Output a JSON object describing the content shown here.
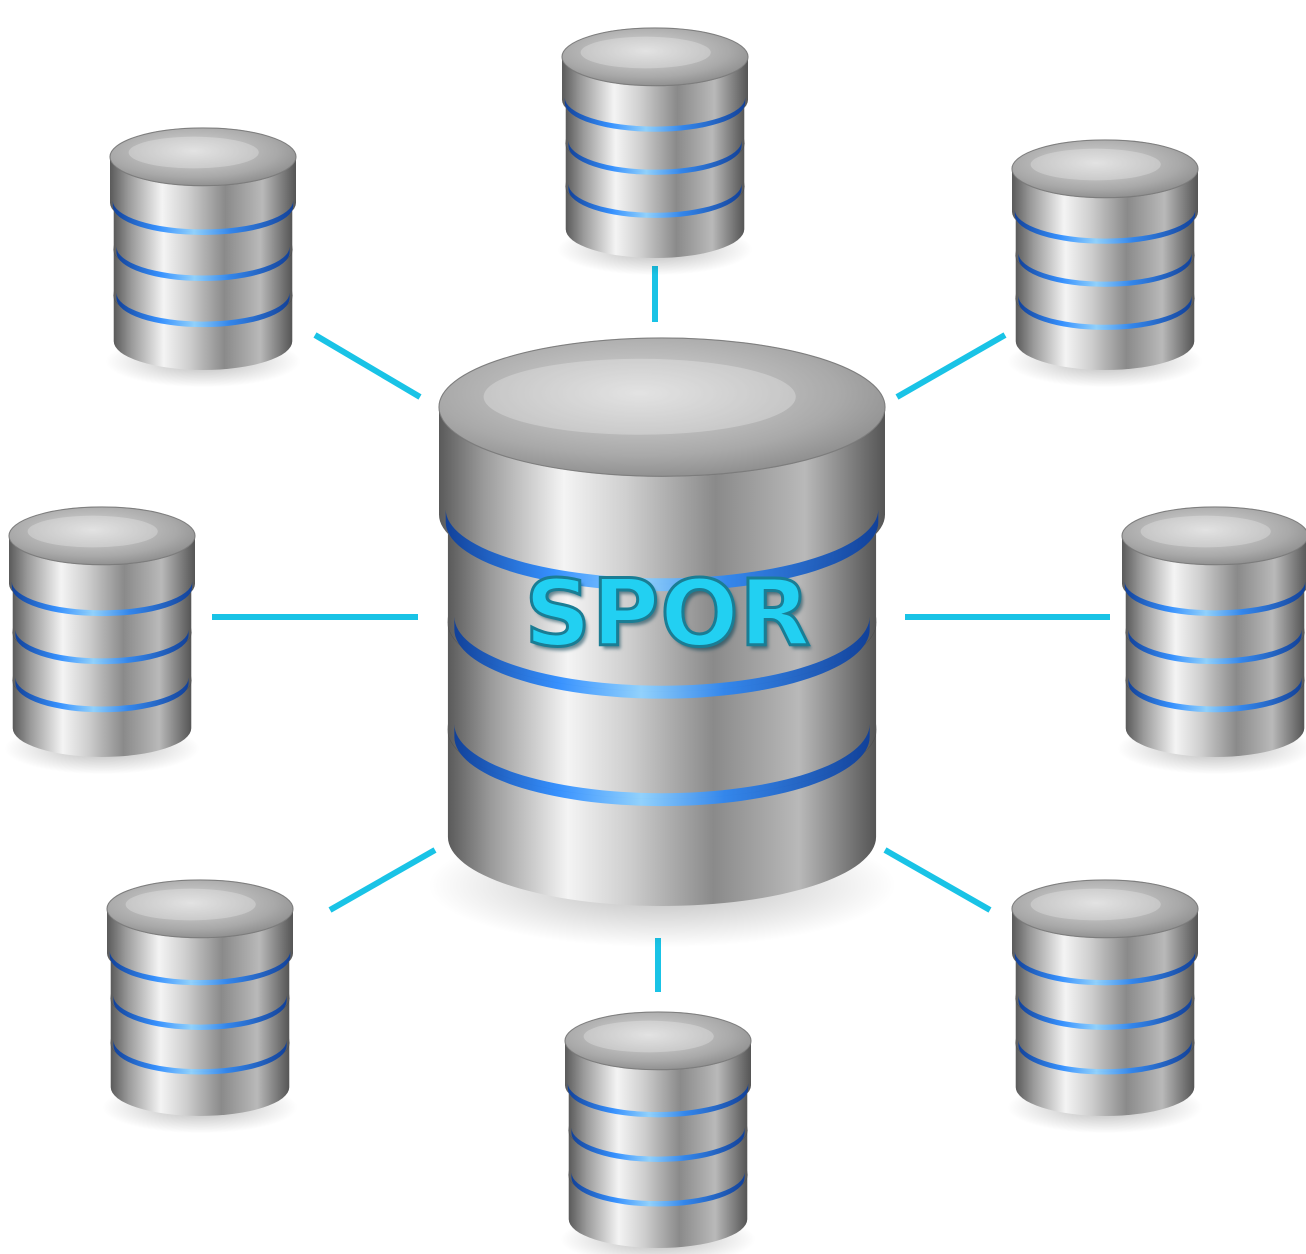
{
  "hub": {
    "label": "SPOR"
  },
  "nodes": [
    {
      "id": "node-top"
    },
    {
      "id": "node-top-right"
    },
    {
      "id": "node-right"
    },
    {
      "id": "node-bottom-right"
    },
    {
      "id": "node-bottom"
    },
    {
      "id": "node-bottom-left"
    },
    {
      "id": "node-left"
    },
    {
      "id": "node-top-left"
    }
  ],
  "colors": {
    "connector": "#19c3e6",
    "band": "#1e74e8",
    "band_glow": "#6fb8ff",
    "metal_light": "#f2f2f2",
    "metal_dark": "#6b6b6b",
    "label_fill": "#22d0f2",
    "label_stroke": "#1a7d94"
  }
}
